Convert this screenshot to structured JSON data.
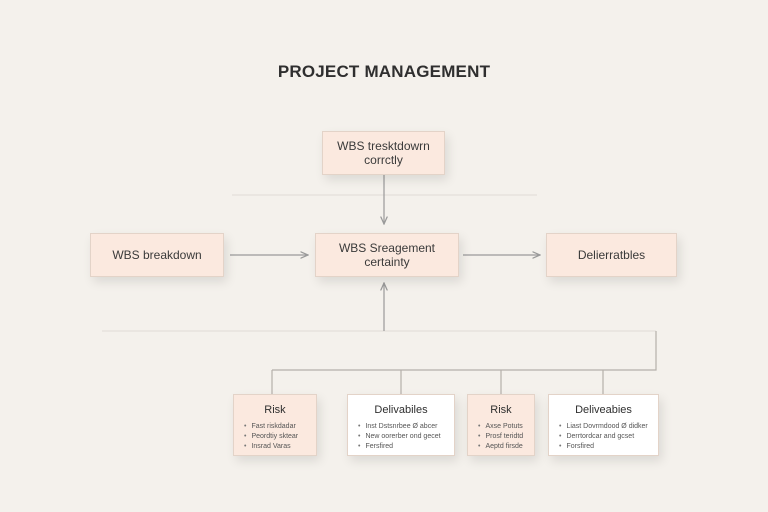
{
  "title": "PROJECT MANAGEMENT",
  "nodes": {
    "top": {
      "text": "WBS tresktdowrn\ncorrctly"
    },
    "left": {
      "text": "WBS breakdown"
    },
    "center": {
      "text": "WBS Sreagement\ncertainty"
    },
    "right": {
      "text": "Delierratbles"
    }
  },
  "cards": [
    {
      "title": "Risk",
      "items": [
        "Fast riskdadar",
        "Peordtiy sktear",
        "Insrad Varas"
      ]
    },
    {
      "title": "Delivabiles",
      "items": [
        "Inst Dstsnrbee Ø abcer",
        "New oorerber ond gecet",
        "Fersfired"
      ]
    },
    {
      "title": "Risk",
      "items": [
        "Axse Potuts",
        "Prosf teridtd",
        "Aeptd firsde"
      ]
    },
    {
      "title": "Deliveabies",
      "items": [
        "Liast Dovrmdood Ø didker",
        "Derrtordcar and gcset",
        "Forsfired"
      ]
    }
  ],
  "colors": {
    "background": "#f4f1ec",
    "peach": "#fbe9df",
    "connector": "#9a9a9a"
  }
}
